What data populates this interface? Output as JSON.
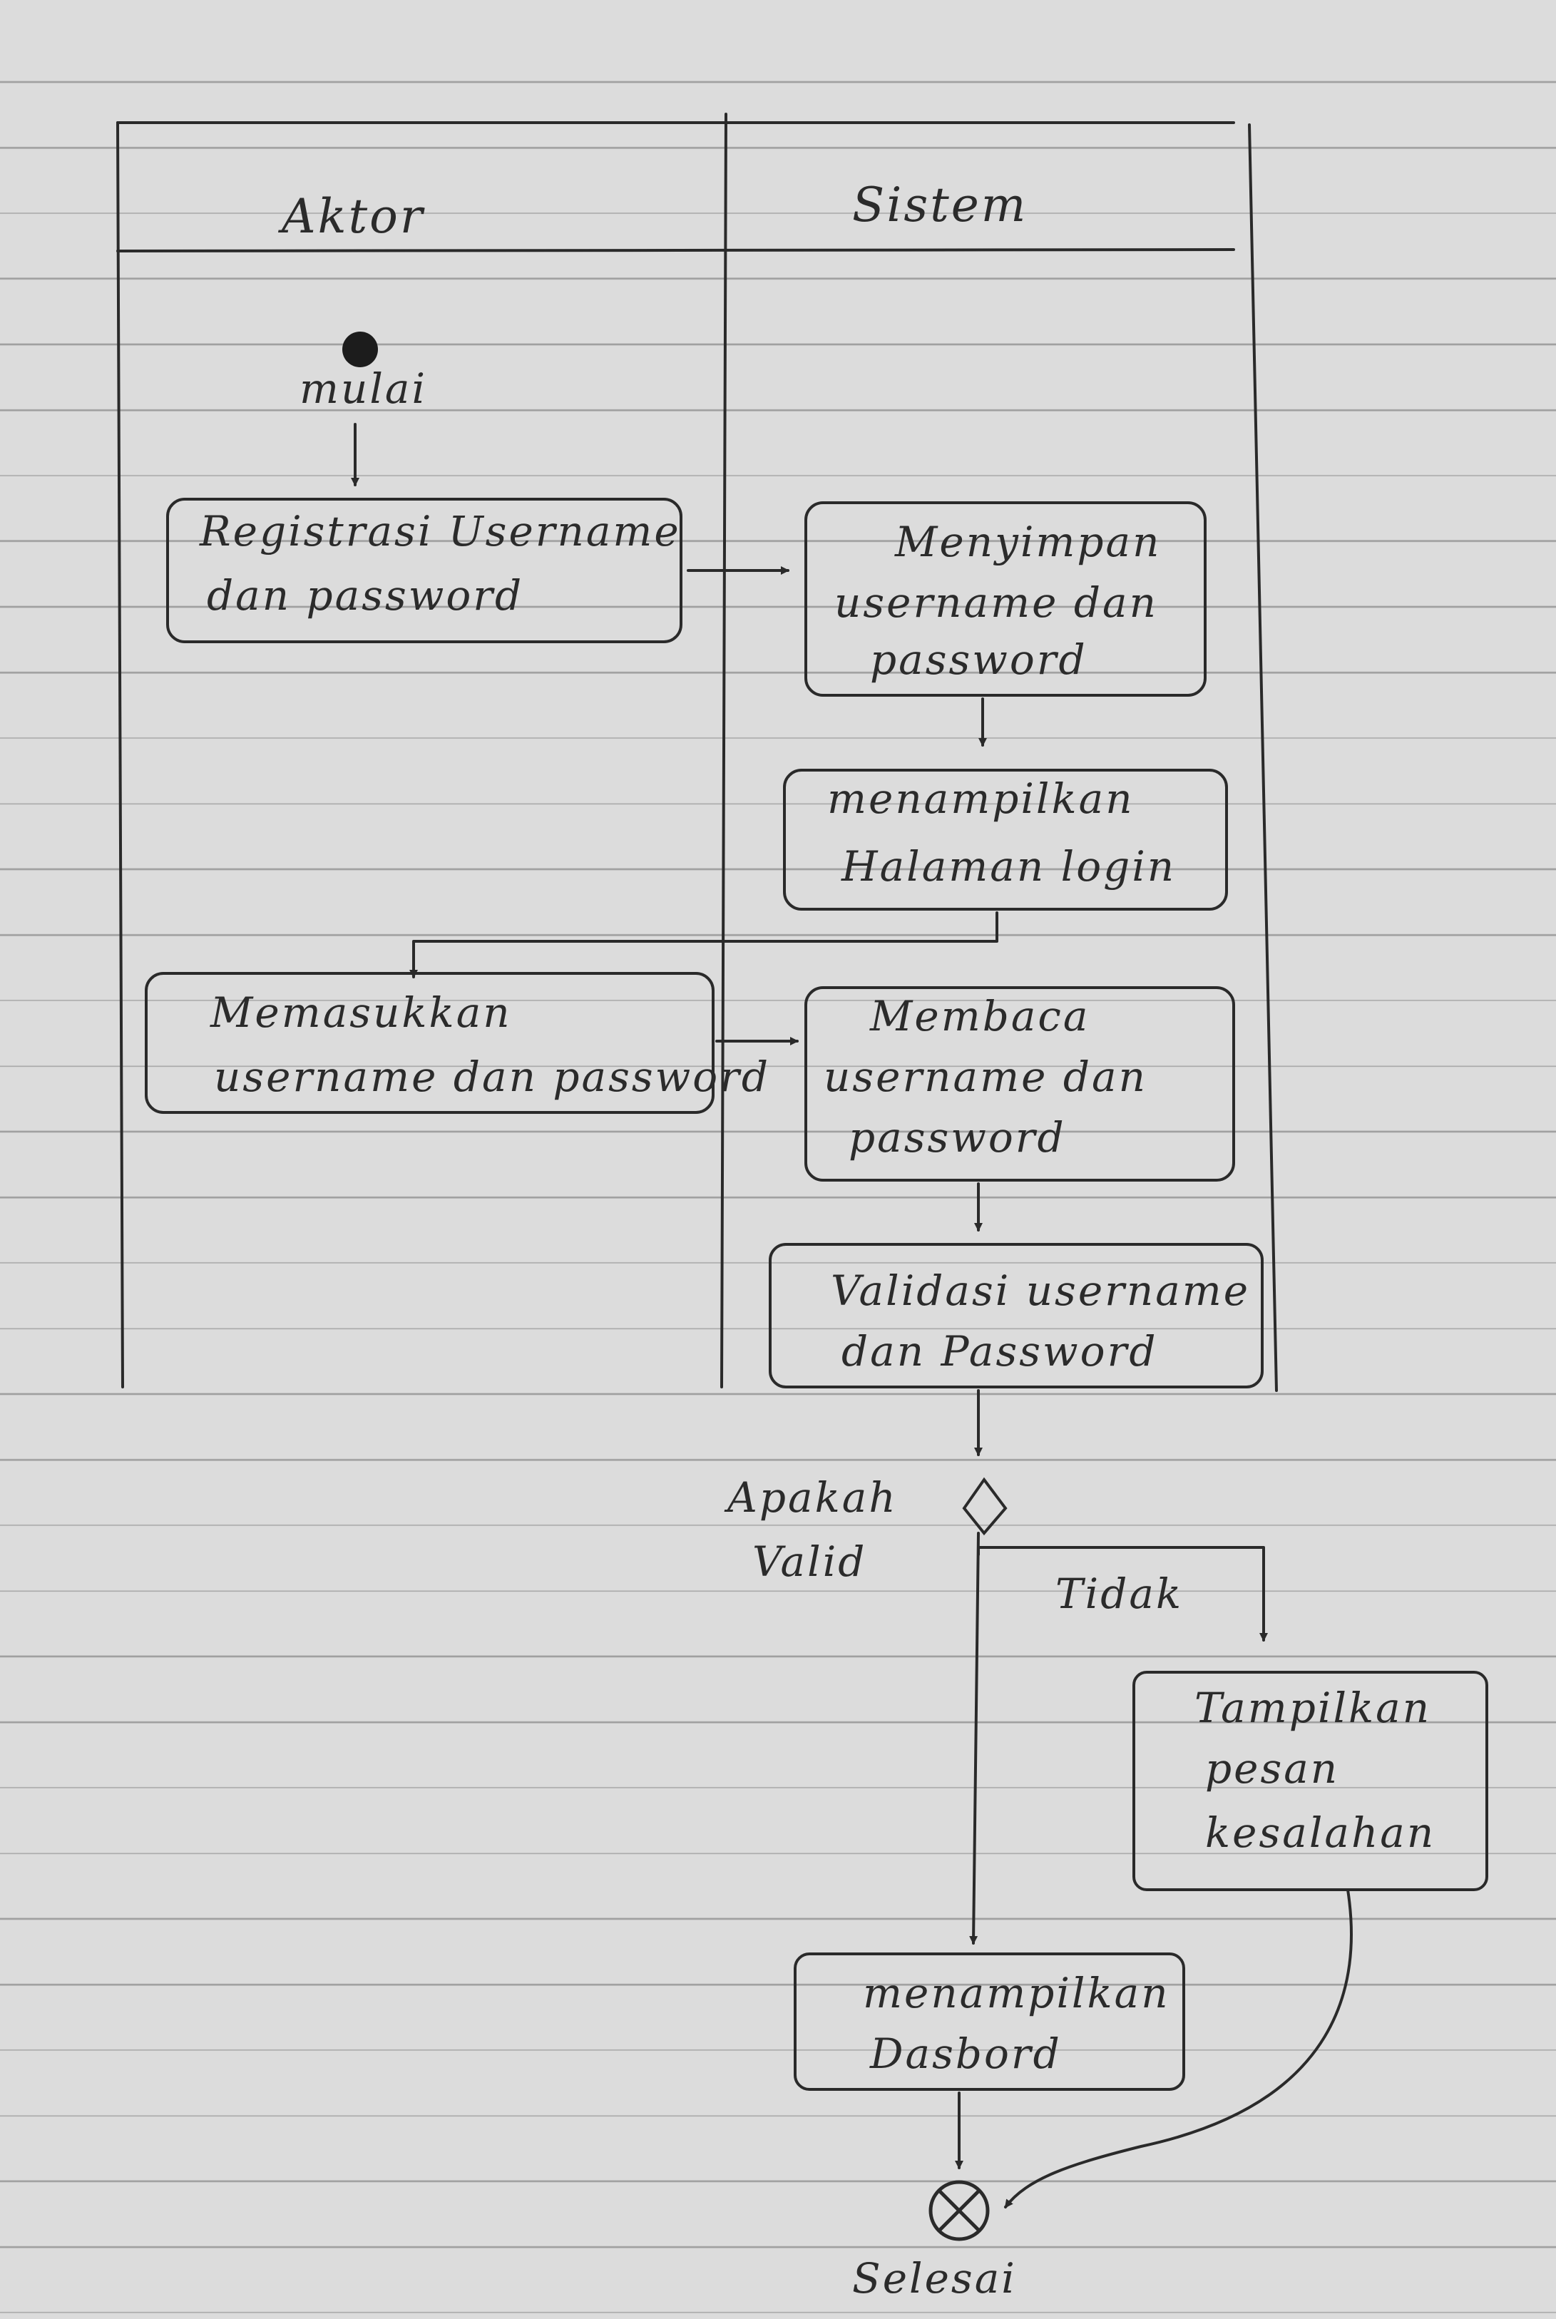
{
  "swimlanes": {
    "actor": "Aktor",
    "system": "Sistem"
  },
  "nodes": {
    "start_label": "mulai",
    "registrasi": [
      "Registrasi Username",
      "dan password"
    ],
    "menyimpan": [
      "Menyimpan",
      "username dan",
      "password"
    ],
    "menampilkan_login": [
      "menampilkan",
      "Halaman login"
    ],
    "memasukkan": [
      "Memasukkan",
      "username dan password"
    ],
    "membaca": [
      "Membaca",
      "username dan",
      "password"
    ],
    "validasi": [
      "Validasi username",
      "dan Password"
    ],
    "decision": [
      "Apakah",
      "Valid"
    ],
    "tidak_label": "Tidak",
    "pesan": [
      "Tampilkan",
      "pesan",
      "kesalahan"
    ],
    "dashboard": [
      "menampilkan",
      "Dasbord"
    ],
    "end_label": "Selesai"
  },
  "colors": {
    "paper": "#dcdcdc",
    "rule": "#9e9e9e",
    "ink": "#2a2a2a"
  }
}
